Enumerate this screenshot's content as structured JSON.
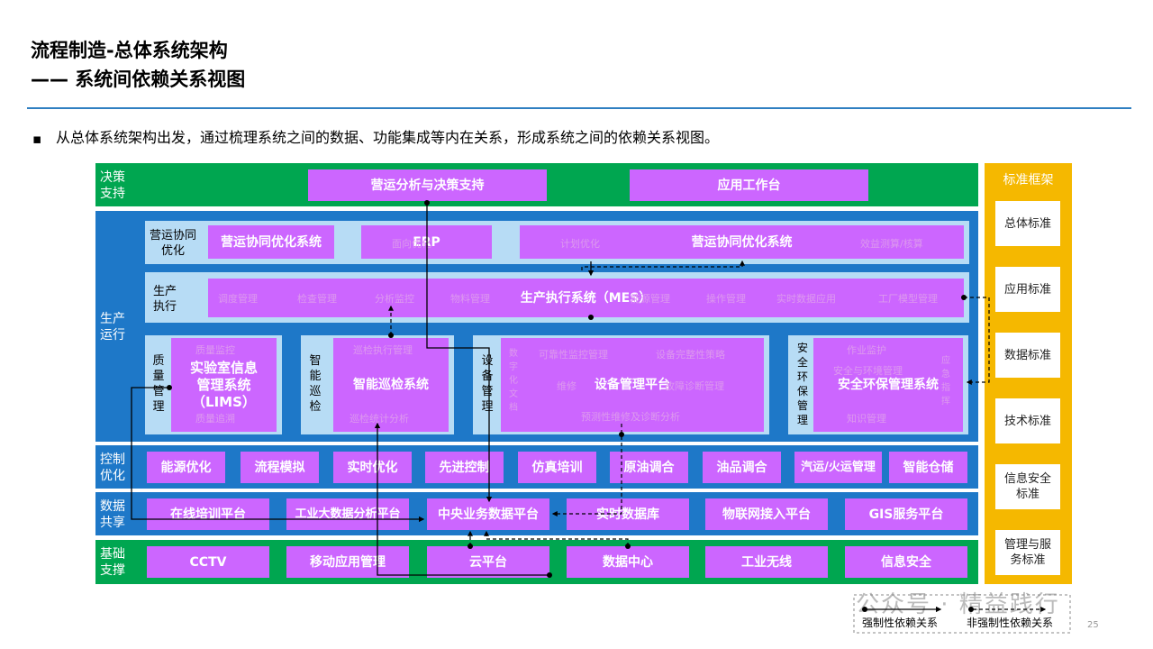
{
  "header": {
    "title": "流程制造-总体系统架构",
    "subtitle": "—— 系统间依赖关系视图"
  },
  "intro": {
    "bullet": "▪",
    "text": "从总体系统架构出发，通过梳理系统之间的数据、功能集成等内在关系，形成系统之间的依赖关系视图。"
  },
  "decision": {
    "label": "决策\n支持",
    "boxes": [
      "营运分析与决策支持",
      "应用工作台"
    ]
  },
  "production": {
    "label": "生产\n运行",
    "coop": {
      "label": "营运协同\n优化",
      "box1": "营运协同优化系统",
      "erp": "ERP",
      "erp_ghost": "面向优化",
      "main": "营运协同优化系统",
      "ghost_left": "计划优化",
      "ghost_right": "效益测算/核算"
    },
    "exec": {
      "label": "生产\n执行",
      "main": "生产执行系统（MES）",
      "ghosts": [
        "调度管理",
        "检查管理",
        "分析监控",
        "物料管理",
        "能源管理",
        "操作管理",
        "实时数据应用",
        "工厂模型管理"
      ]
    },
    "quality": {
      "label": "质\n量\n管\n理",
      "box": "实验室信息\n管理系统\n（LIMS）",
      "ghost_top": "质量监控",
      "ghost_bottom": "质量追溯"
    },
    "patrol": {
      "label": "智\n能\n巡\n检",
      "box": "智能巡检系统",
      "ghost_top": "巡检执行管理",
      "ghost_bottom": "巡检统计分析"
    },
    "equip": {
      "label": "设\n备\n管\n理",
      "sub": "数\n字\n化\n文\n档",
      "box": "设备管理平台",
      "ghost_a": "可靠性监控管理",
      "ghost_b": "设备完整性策略",
      "ghost_c": "维修",
      "ghost_d": "故障诊断管理",
      "ghost_e": "预测性维修及诊断分析"
    },
    "safety": {
      "label": "安\n全\n环\n保\n管\n理",
      "box": "安全环保管理系统",
      "ghost_top": "作业监护",
      "ghost_mid": "安全与环境管理",
      "ghost_bottom": "知识管理",
      "ghost_side": "应\n急\n指\n挥"
    }
  },
  "control": {
    "label": "控制\n优化",
    "boxes": [
      "能源优化",
      "流程模拟",
      "实时优化",
      "先进控制",
      "仿真培训",
      "原油调合",
      "油品调合",
      "汽运/火运管理",
      "智能仓储"
    ]
  },
  "datashare": {
    "label": "数据\n共享",
    "boxes": [
      "在线培训平台",
      "工业大数据分析平台",
      "中央业务数据平台",
      "实时数据库",
      "物联网接入平台",
      "GIS服务平台"
    ]
  },
  "infra": {
    "label": "基础\n支撑",
    "boxes": [
      "CCTV",
      "移动应用管理",
      "云平台",
      "数据中心",
      "工业无线",
      "信息安全"
    ]
  },
  "standards": {
    "label": "标准框架",
    "items": [
      "总体标准",
      "应用标准",
      "数据标准",
      "技术标准",
      "信息安全\n标准",
      "管理与服\n务标准"
    ]
  },
  "legend": {
    "strong": "强制性依赖关系",
    "weak": "非强制性依赖关系"
  },
  "watermark": "公众号 · 精益践行",
  "page_number": "25",
  "colors": {
    "green": "#00a650",
    "blue": "#1e78c8",
    "purple": "#cc66ff",
    "gold": "#f5b800",
    "lightblue": "#b7dcf5",
    "rule": "#2f7fc1"
  }
}
